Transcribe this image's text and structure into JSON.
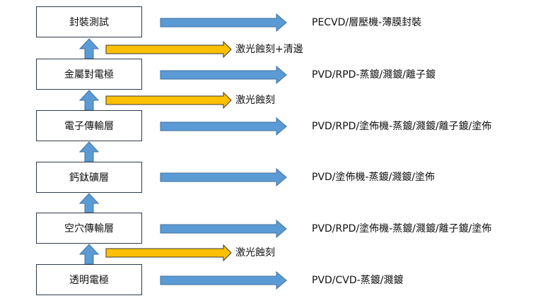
{
  "layers": [
    {
      "name": "封裝測試",
      "process": "PECVD/層壓機-薄膜封裝"
    },
    {
      "name": "金屬對電極",
      "process": "PVD/RPD-蒸鍍/濺鍍/離子鍍"
    },
    {
      "name": "電子傳輸層",
      "process": "PVD/RPD/塗佈機-蒸鍍/濺鍍/離子鍍/塗佈"
    },
    {
      "name": "鈣鈦礦層",
      "process": "PVD/塗佈機-蒸鍍/濺鍍/塗佈"
    },
    {
      "name": "空穴傳輸層",
      "process": "PVD/RPD/塗佈機-蒸鍍/濺鍍/離子鍍/塗佈"
    },
    {
      "name": "透明電極",
      "process": "PVD/CVD-蒸鍍/濺鍍"
    }
  ],
  "laser_steps": [
    "激光蝕刻+清邊",
    "激光蝕刻",
    "激光蝕刻"
  ],
  "colors": {
    "blue_arrow": "#5b9bd5",
    "orange_arrow": "#ffc000",
    "arrow_outline": "#41719c",
    "box_border": "#2f3b4c"
  }
}
